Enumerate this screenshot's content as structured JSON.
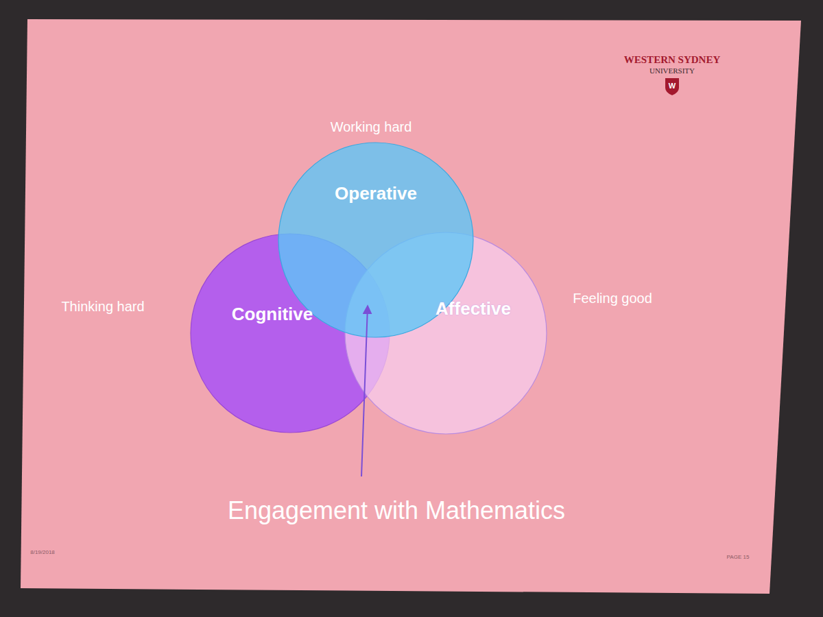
{
  "diagram": {
    "nodes": [
      {
        "text": [
          "Working hard",
          "Operative"
        ]
      },
      {
        "text": [
          "Thinking hard",
          "Cognitive"
        ]
      },
      {
        "text": [
          "Feeling good",
          "Affective"
        ]
      }
    ],
    "labels": [
      "WESTERN SYDNEY",
      "UNIVERSITY",
      "W",
      "Engagement with Mathematics",
      "8/19/2018",
      "PAGE 15"
    ]
  }
}
